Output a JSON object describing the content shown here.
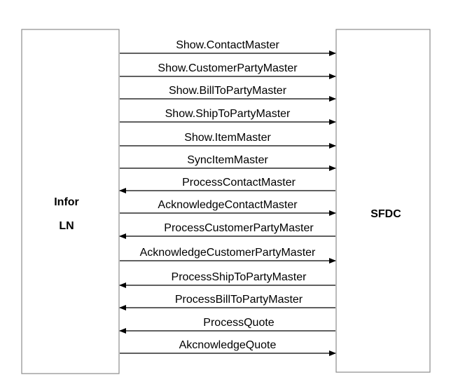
{
  "left_system": {
    "line1": "Infor",
    "line2": "LN"
  },
  "right_system": {
    "label": "SFDC"
  },
  "messages": [
    {
      "label": "Show.ContactMaster",
      "direction": "left-to-right"
    },
    {
      "label": "Show.CustomerPartyMaster",
      "direction": "left-to-right"
    },
    {
      "label": "Show.BillToPartyMaster",
      "direction": "left-to-right"
    },
    {
      "label": "Show.ShipToPartyMaster",
      "direction": "left-to-right"
    },
    {
      "label": "Show.ItemMaster",
      "direction": "left-to-right"
    },
    {
      "label": "SyncItemMaster",
      "direction": "left-to-right"
    },
    {
      "label": "ProcessContactMaster",
      "direction": "right-to-left"
    },
    {
      "label": "AcknowledgeContactMaster",
      "direction": "left-to-right"
    },
    {
      "label": "ProcessCustomerPartyMaster",
      "direction": "right-to-left"
    },
    {
      "label": "AcknowledgeCustomerPartyMaster",
      "direction": "left-to-right"
    },
    {
      "label": "ProcessShipToPartyMaster",
      "direction": "right-to-left"
    },
    {
      "label": "ProcessBillToPartyMaster",
      "direction": "right-to-left"
    },
    {
      "label": "ProcessQuote",
      "direction": "right-to-left"
    },
    {
      "label": "AkcnowledgeQuote",
      "direction": "left-to-right"
    }
  ]
}
